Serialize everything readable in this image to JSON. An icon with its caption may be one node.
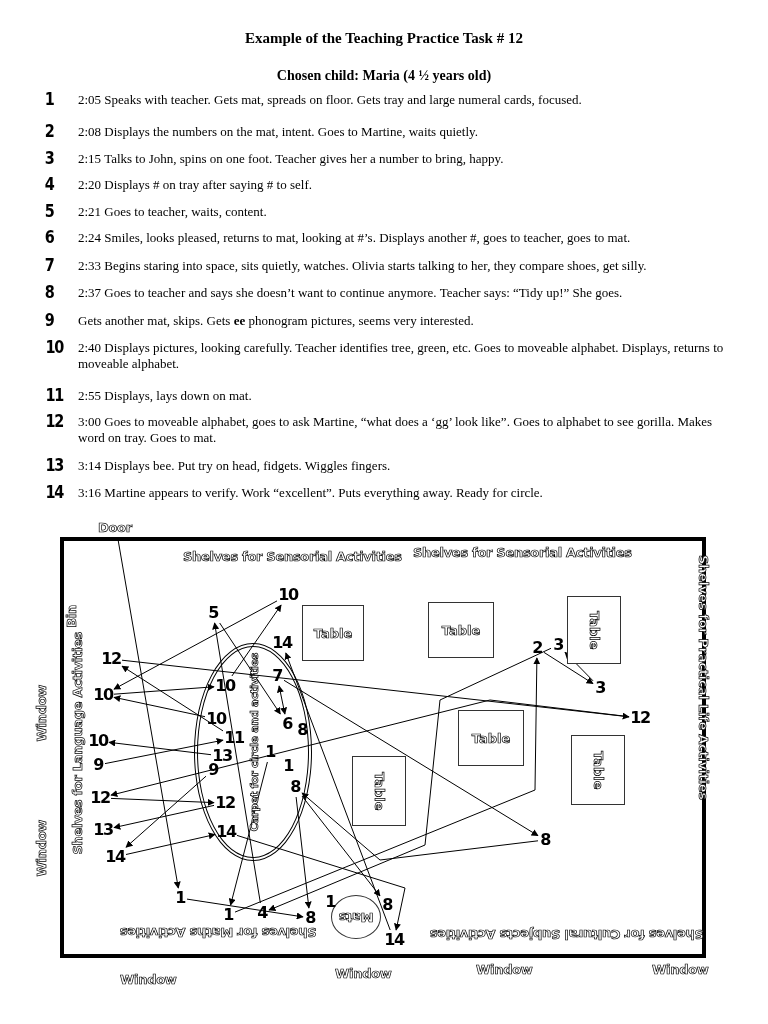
{
  "diagram": {
    "title": "Example of the Teaching Practice Task # 12",
    "nodes": [
      {
        "text": [
          "Door"
        ]
      },
      {
        "text": [
          "Table"
        ]
      },
      {
        "text": [
          "Table"
        ]
      },
      {
        "text": [
          "Table"
        ]
      },
      {
        "text": [
          "Table"
        ]
      },
      {
        "text": [
          "Table"
        ]
      },
      {
        "text": [
          "Table"
        ]
      },
      {
        "text": [
          "Carpet for circle and activities"
        ]
      },
      {
        "text": [
          "Mats"
        ]
      },
      {
        "text": [
          "12"
        ]
      },
      {
        "text": [
          "10"
        ]
      },
      {
        "text": [
          "10"
        ]
      },
      {
        "text": [
          "9"
        ]
      },
      {
        "text": [
          "12"
        ]
      },
      {
        "text": [
          "13"
        ]
      },
      {
        "text": [
          "14"
        ]
      },
      {
        "text": [
          "5"
        ]
      },
      {
        "text": [
          "10"
        ]
      },
      {
        "text": [
          "14"
        ]
      },
      {
        "text": [
          "7"
        ],
        "in": 7
      },
      {
        "text": [
          "10"
        ],
        "in": 7
      },
      {
        "text": [
          "10"
        ],
        "in": 7
      },
      {
        "text": [
          "11"
        ],
        "in": 7
      },
      {
        "text": [
          "13"
        ],
        "in": 7
      },
      {
        "text": [
          "1"
        ],
        "in": 7
      },
      {
        "text": [
          "6"
        ],
        "in": 7
      },
      {
        "text": [
          "8"
        ],
        "in": 7
      },
      {
        "text": [
          "9"
        ],
        "in": 7
      },
      {
        "text": [
          "1"
        ],
        "in": 7
      },
      {
        "text": [
          "8"
        ],
        "in": 7
      },
      {
        "text": [
          "12"
        ],
        "in": 7
      },
      {
        "text": [
          "14"
        ],
        "in": 7
      },
      {
        "text": [
          "1"
        ]
      },
      {
        "text": [
          "1"
        ]
      },
      {
        "text": [
          "4"
        ]
      },
      {
        "text": [
          "8"
        ]
      },
      {
        "text": [
          "1"
        ]
      },
      {
        "text": [
          "8"
        ]
      },
      {
        "text": [
          "14"
        ]
      },
      {
        "text": [
          "2"
        ]
      },
      {
        "text": [
          "3"
        ]
      },
      {
        "text": [
          "3"
        ]
      },
      {
        "text": [
          "12"
        ]
      },
      {
        "text": [
          "8"
        ]
      }
    ],
    "edges": [
      {
        "from": 0,
        "to": 32,
        "arrow": "to"
      },
      {
        "from": 32,
        "to": 35,
        "arrow": "to"
      },
      {
        "from": 24,
        "to": 33,
        "arrow": "to"
      },
      {
        "from": 33,
        "to": 39,
        "arrow": "to"
      },
      {
        "from": 39,
        "to": 41,
        "arrow": "to"
      },
      {
        "from": 41,
        "to": 40,
        "arrow": "to"
      },
      {
        "from": 40,
        "to": 34,
        "arrow": "to"
      },
      {
        "from": 34,
        "to": 16,
        "arrow": "to"
      },
      {
        "from": 16,
        "to": 25,
        "arrow": "to"
      },
      {
        "from": 25,
        "to": 19,
        "arrow": "both"
      },
      {
        "from": 19,
        "to": 43,
        "arrow": "to"
      },
      {
        "from": 43,
        "to": 29,
        "arrow": "to"
      },
      {
        "from": 29,
        "to": 35,
        "arrow": "to"
      },
      {
        "from": 29,
        "to": 37,
        "arrow": "to"
      },
      {
        "from": 12,
        "to": 22,
        "arrow": "to"
      },
      {
        "from": 10,
        "to": 20,
        "arrow": "to"
      },
      {
        "from": 21,
        "to": 10,
        "arrow": "to"
      },
      {
        "from": 23,
        "to": 11,
        "arrow": "to"
      },
      {
        "from": 22,
        "to": 9,
        "arrow": "to"
      },
      {
        "from": 9,
        "to": 42,
        "arrow": "to"
      },
      {
        "from": 42,
        "to": 13,
        "arrow": "to"
      },
      {
        "from": 13,
        "to": 30,
        "arrow": "to"
      },
      {
        "from": 30,
        "to": 14,
        "arrow": "to"
      },
      {
        "from": 27,
        "to": 15,
        "arrow": "to"
      },
      {
        "from": 15,
        "to": 31,
        "arrow": "to"
      },
      {
        "from": 31,
        "to": 38,
        "arrow": "to"
      },
      {
        "from": 38,
        "to": 18,
        "arrow": "to"
      },
      {
        "from": 20,
        "to": 17,
        "arrow": "to"
      },
      {
        "from": 17,
        "to": 10,
        "arrow": "to"
      }
    ],
    "labels": [
      "Chosen child: Maria (4 ½ years old)",
      "1",
      "2:05  Speaks with teacher.  Gets mat, spreads on floor. Gets tray and large numeral cards, focused.",
      "2",
      "2:08  Displays the numbers on the mat, intent.  Goes to Martine, waits quietly.",
      "3",
      "2:15  Talks to John, spins on one foot.  Teacher gives her a number to bring, happy.",
      "4",
      "2:20  Displays # on tray after saying # to self.",
      "5",
      "2:21  Goes to teacher, waits, content.",
      "6",
      "2:24  Smiles, looks pleased, returns to mat, looking at #’s.  Displays another #, goes to teacher, goes to mat.",
      "7",
      "2:33  Begins staring into space, sits quietly, watches. Olivia starts talking to her, they compare shoes, get silly.",
      "8",
      "2:37  Goes to teacher and says she doesn’t want to continue anymore. Teacher says: “Tidy up!” She goes.",
      "9",
      "Gets another mat, skips. Gets **ee** phonogram pictures, seems very interested.",
      "10",
      "2:40  Displays pictures, looking carefully.  Teacher identifies tree, green, etc. Goes to moveable alphabet. Displays, returns to moveable alphabet.",
      "11",
      "2:55  Displays, lays down on mat.",
      "12",
      "3:00  Goes to moveable alphabet, goes to ask Martine, “what does a ‘gg’ look like”. Goes to alphabet to see gorilla.  Makes word on tray. Goes to mat.",
      "13",
      "3:14  Displays bee.  Put try on head, fidgets.  Wiggles fingers.",
      "14",
      "3:16  Martine appears to verify.  Work “excellent”.    Puts everything away.  Ready for circle.",
      "Shelves for Sensorial Activities",
      "Shelves for Sensorial Activities",
      "Bin",
      "Shelves for Language Activities",
      "Window",
      "Window",
      "Shelves for Practical Life Activities",
      "Shelves for Maths Activities",
      "Shelves for Cultural Subjects Activities",
      "Window",
      "Window",
      "Window",
      "Window"
    ]
  }
}
